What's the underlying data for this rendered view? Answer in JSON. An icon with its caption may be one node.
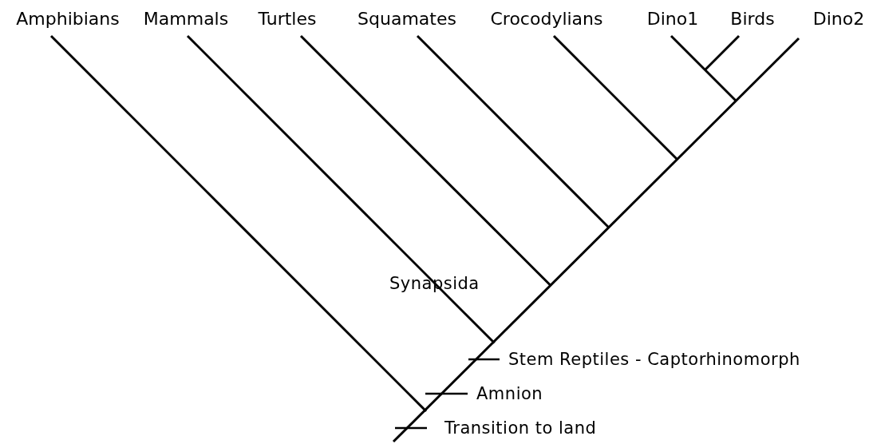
{
  "diagram": {
    "nodes": [
      {
        "text": [
          "Amphibians"
        ]
      },
      {
        "text": [
          "Mammals"
        ]
      },
      {
        "text": [
          "Turtles"
        ]
      },
      {
        "text": [
          "Squamates"
        ]
      },
      {
        "text": [
          "Crocodylians"
        ]
      },
      {
        "text": [
          "Dino1"
        ]
      },
      {
        "text": [
          "Birds"
        ]
      },
      {
        "text": [
          "Dino2"
        ]
      }
    ],
    "edges": [
      {
        "from": 0,
        "to": null,
        "arrow": "none"
      },
      {
        "from": 1,
        "to": null,
        "arrow": "none"
      },
      {
        "from": 2,
        "to": null,
        "arrow": "none"
      },
      {
        "from": 3,
        "to": null,
        "arrow": "none"
      },
      {
        "from": 4,
        "to": null,
        "arrow": "none"
      },
      {
        "from": 5,
        "to": null,
        "arrow": "none"
      },
      {
        "from": 6,
        "to": null,
        "arrow": "none"
      },
      {
        "from": 7,
        "to": null,
        "arrow": "none"
      }
    ],
    "labels": [
      "Synapsida",
      "Stem Reptiles - Captorhinomorph",
      "Amnion",
      "Transition to land"
    ]
  }
}
